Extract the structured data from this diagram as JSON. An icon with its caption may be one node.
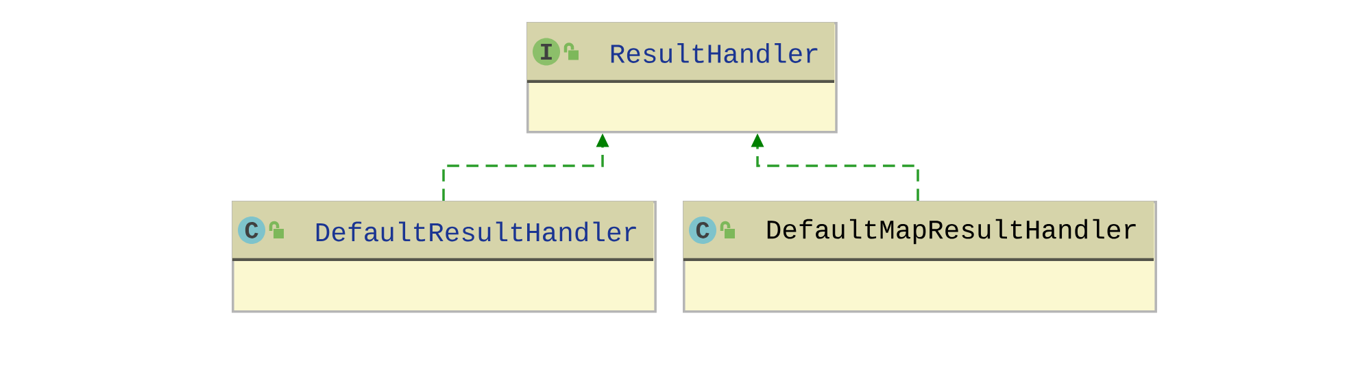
{
  "diagram": {
    "nodes": [
      {
        "text": [
          "ResultHandler"
        ]
      },
      {
        "text": [
          "DefaultResultHandler"
        ]
      },
      {
        "text": [
          "DefaultMapResultHandler"
        ]
      }
    ],
    "edges": [
      {
        "from": 1,
        "to": 0,
        "arrow": "to",
        "style": "dashed",
        "color": "#2a9d2a"
      },
      {
        "from": 2,
        "to": 0,
        "arrow": "to",
        "style": "dashed",
        "color": "#2a9d2a"
      }
    ],
    "labels": [
      "I",
      "C",
      "C"
    ]
  }
}
